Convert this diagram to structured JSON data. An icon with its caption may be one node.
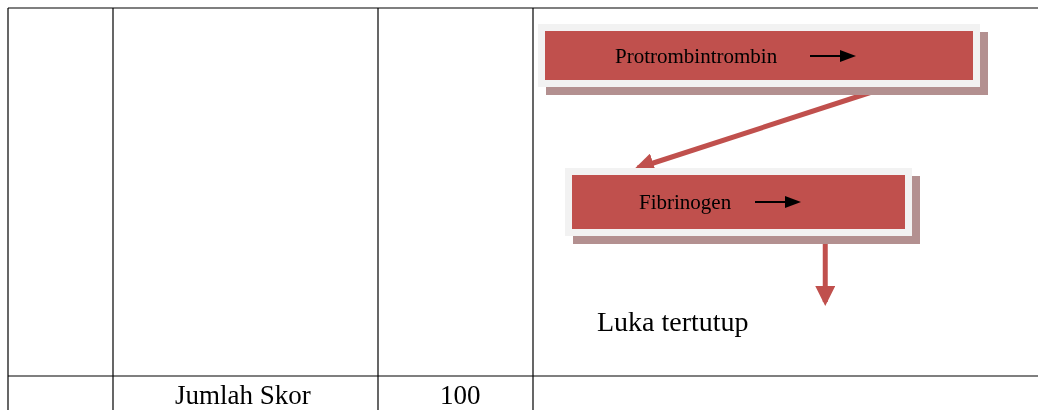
{
  "diagram": {
    "nodes": [
      {
        "text": [
          "Protrombintrombin"
        ]
      },
      {
        "text": [
          "Fibrinogen"
        ]
      },
      {
        "text": [
          "Luka tertutup"
        ]
      }
    ],
    "edges": [
      {
        "from": 0,
        "to": 1,
        "arrow": "to"
      },
      {
        "from": 1,
        "to": 2,
        "arrow": "to"
      }
    ],
    "labels": [
      "Jumlah Skor",
      "100"
    ]
  }
}
